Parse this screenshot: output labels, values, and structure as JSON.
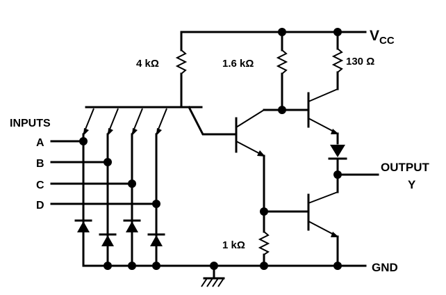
{
  "labels": {
    "vcc_main": "V",
    "vcc_sub": "CC",
    "r_4k": "4 kΩ",
    "r_1_6k": "1.6 kΩ",
    "r_130": "130 Ω",
    "r_1k": "1 kΩ",
    "inputs": "INPUTS",
    "input_a": "A",
    "input_b": "B",
    "input_c": "C",
    "input_d": "D",
    "output": "OUTPUT",
    "output_y": "Y",
    "gnd": "GND"
  }
}
